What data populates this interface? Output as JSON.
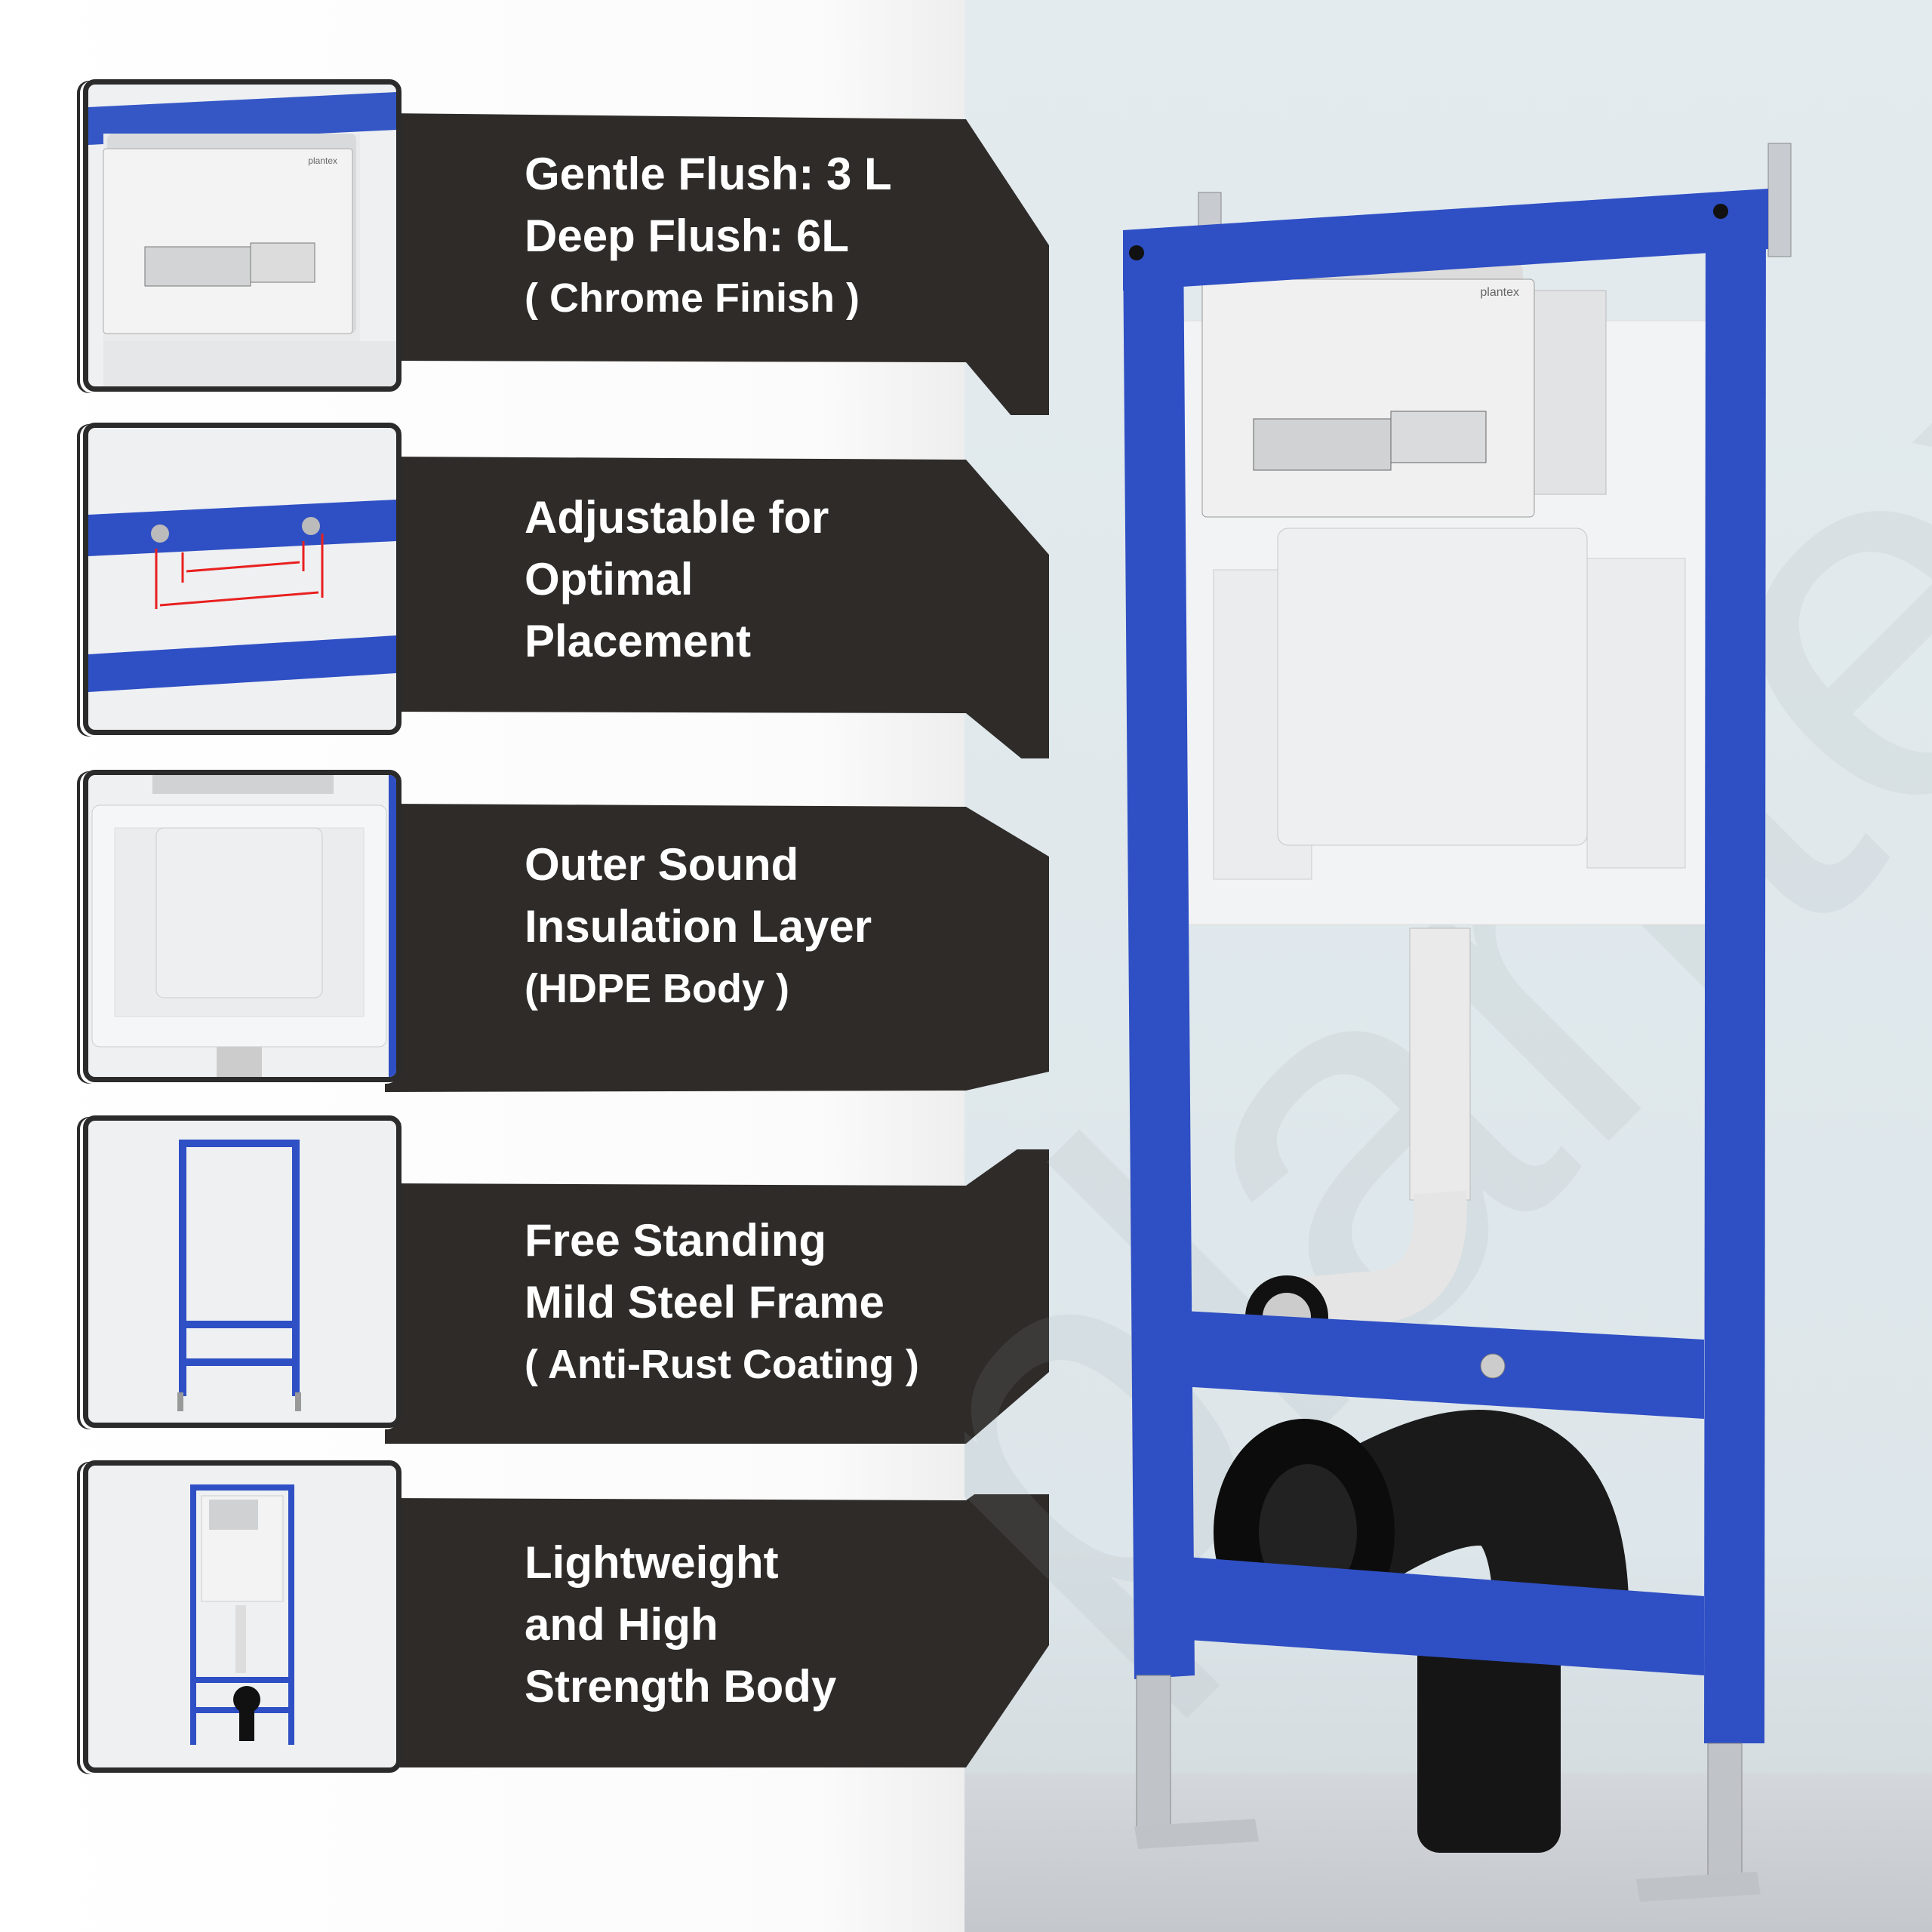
{
  "brand": {
    "watermark": "plantex",
    "plate_logo": "plantex"
  },
  "features": [
    {
      "lines": [
        "Gentle Flush: 3 L",
        "Deep Flush: 6L"
      ],
      "note": "( Chrome Finish )",
      "thumb": "flush-plate"
    },
    {
      "lines": [
        "Adjustable for",
        "Optimal",
        "Placement"
      ],
      "note": null,
      "thumb": "adjustable-bracket"
    },
    {
      "lines": [
        "Outer Sound",
        "Insulation Layer"
      ],
      "note": "(HDPE Body )",
      "thumb": "cistern-body"
    },
    {
      "lines": [
        "Free Standing",
        "Mild Steel Frame"
      ],
      "note": "( Anti-Rust Coating )",
      "thumb": "steel-frame"
    },
    {
      "lines": [
        "Lightweight",
        "and High",
        "Strength Body"
      ],
      "note": null,
      "thumb": "full-assembly"
    }
  ],
  "colors": {
    "frame_blue": "#2f4fc4",
    "banner_dark": "#2e2b29",
    "background_right": "#e0e8eb"
  }
}
